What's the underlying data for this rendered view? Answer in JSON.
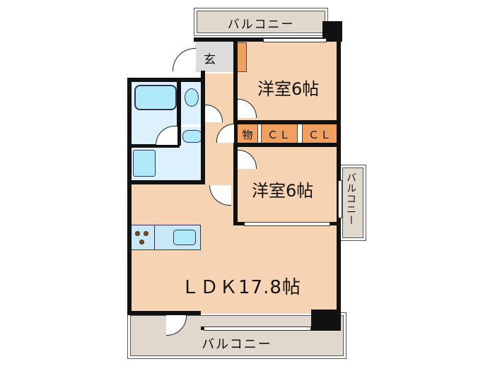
{
  "floor_plan": {
    "layout": "2LDK",
    "rooms": [
      {
        "id": "bedroom-1",
        "label": "洋室6帖",
        "type": "western-room",
        "size_jo": 6
      },
      {
        "id": "bedroom-2",
        "label": "洋室6帖",
        "type": "western-room",
        "size_jo": 6
      },
      {
        "id": "ldk",
        "label": "ＬＤＫ17.8帖",
        "type": "living-dining-kitchen",
        "size_jo": 17.8
      },
      {
        "id": "entrance",
        "label": "玄",
        "type": "entrance"
      },
      {
        "id": "storage",
        "label": "物",
        "type": "storage"
      },
      {
        "id": "closet-1",
        "label": "ＣＬ",
        "type": "closet"
      },
      {
        "id": "closet-2",
        "label": "ＣＬ",
        "type": "closet"
      },
      {
        "id": "bathroom",
        "label": "",
        "type": "bath"
      },
      {
        "id": "toilet",
        "label": "",
        "type": "toilet"
      },
      {
        "id": "washroom",
        "label": "",
        "type": "washroom"
      }
    ],
    "balconies": [
      {
        "id": "balcony-top",
        "label": "バルコニー",
        "orientation": "horizontal"
      },
      {
        "id": "balcony-right",
        "label": "バルコニー",
        "orientation": "vertical"
      },
      {
        "id": "balcony-bottom",
        "label": "バルコニー",
        "orientation": "horizontal"
      }
    ],
    "colors": {
      "floor": "#f5d3b3",
      "storage": "#f0a060",
      "wet_area": "#dcf1fb",
      "fixture": "#aeeaf8",
      "entrance": "#dcdcdc",
      "balcony": "#e0d8cc",
      "wall": "#111111"
    }
  }
}
